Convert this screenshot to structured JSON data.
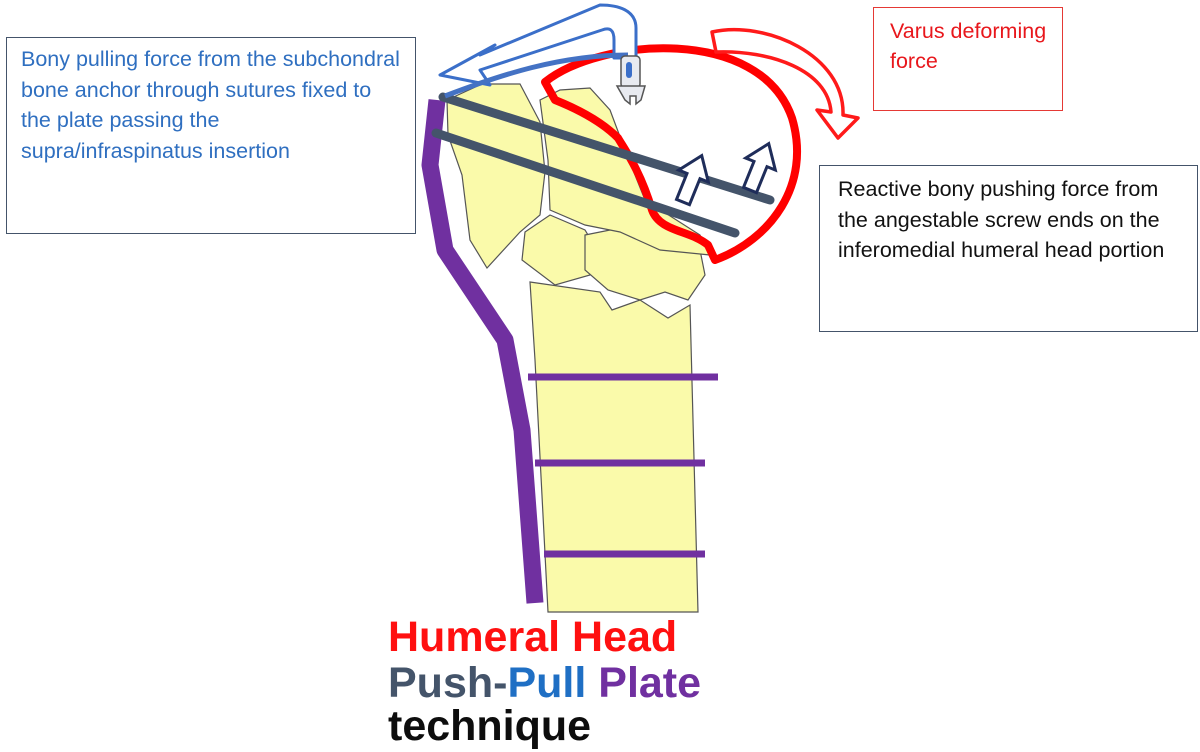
{
  "annotations": {
    "pulling_force": "Bony pulling force from the subchondral bone anchor through sutures fixed to the plate passing the supra/infraspinatus insertion",
    "pushing_force": "Reactive bony pushing force from the angestable screw ends on the  inferomedial humeral head portion",
    "varus_force": "Varus deforming force"
  },
  "title": {
    "line1": "Humeral Head",
    "push": "Push",
    "dash": "-",
    "pull": "Pull",
    "plate": "Plate",
    "line3": "technique"
  },
  "colors": {
    "bone": "#fafaaa",
    "plate": "#7030a0",
    "screw": "#44546a",
    "head_outline": "#ff0000",
    "suture": "#4472c4",
    "pull_text": "#2f6fc0"
  }
}
